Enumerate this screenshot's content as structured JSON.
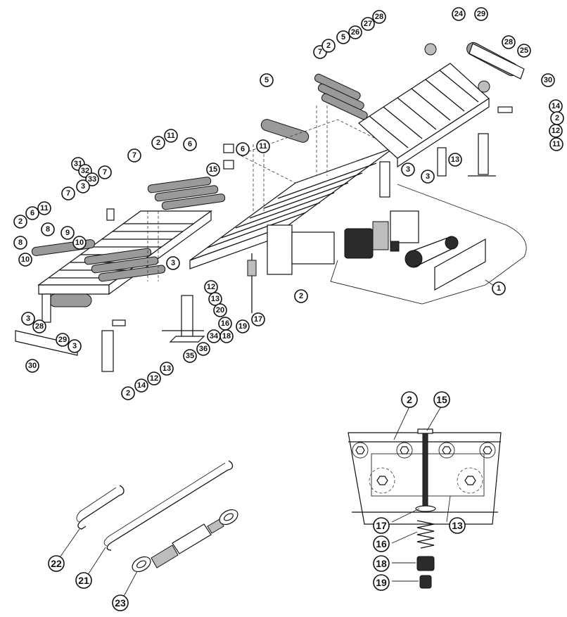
{
  "callouts": {
    "c2": "2",
    "c3": "3",
    "c5": "5",
    "c6": "6",
    "c7": "7",
    "c8": "8",
    "c9": "9",
    "c10": "10",
    "c11": "11",
    "c12": "12",
    "c13": "13",
    "c14": "14",
    "c15": "15",
    "c16": "16",
    "c17": "17",
    "c18": "18",
    "c19": "19",
    "c20": "20",
    "c21": "21",
    "c22": "22",
    "c23": "23",
    "c24": "24",
    "c25": "25",
    "c26": "26",
    "c27": "27",
    "c28": "28",
    "c29": "29",
    "c30": "30",
    "c31": "31",
    "c32": "32",
    "c33": "33",
    "c34": "34",
    "c35": "35",
    "c36": "36",
    "c1": "1"
  },
  "colors": {
    "ink": "#111111",
    "paper": "#ffffff",
    "shade": "#9a9a9a"
  }
}
